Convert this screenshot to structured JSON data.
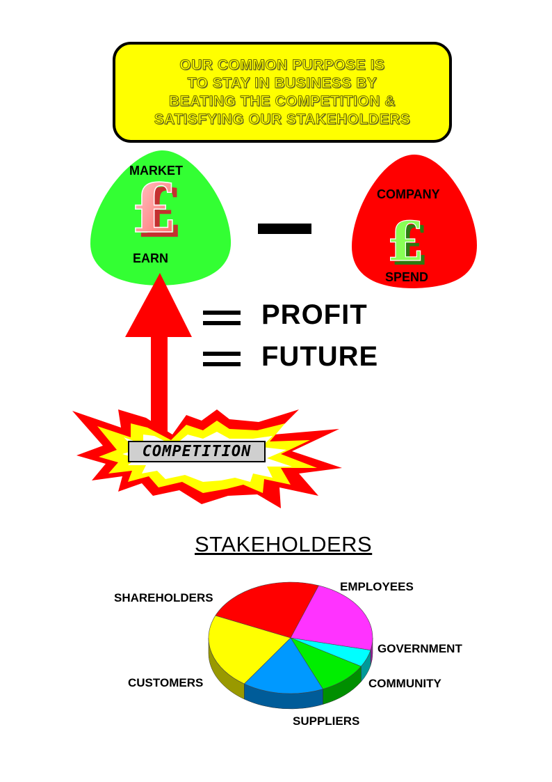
{
  "purpose": {
    "lines": [
      "OUR COMMON PURPOSE IS",
      "TO STAY IN BUSINESS BY",
      "BEATING THE COMPETITION &",
      "SATISFYING OUR STAKEHOLDERS"
    ]
  },
  "market": {
    "top_label": "MARKET",
    "bottom_label": "EARN",
    "symbol": "£",
    "color": "#33ff33"
  },
  "company": {
    "top_label": "COMPANY",
    "bottom_label": "SPEND",
    "symbol": "£",
    "color": "#ff0000"
  },
  "operator_minus": "minus",
  "results": [
    "PROFIT",
    "FUTURE"
  ],
  "competition": {
    "label": "COMPETITION"
  },
  "stakeholders": {
    "title": "STAKEHOLDERS",
    "chart_data": {
      "type": "pie",
      "title": "STAKEHOLDERS",
      "slices": [
        {
          "label": "EMPLOYEES",
          "value": 23,
          "color": "#ff33ff"
        },
        {
          "label": "GOVERNMENT",
          "value": 5,
          "color": "#00ffff"
        },
        {
          "label": "COMMUNITY",
          "value": 10,
          "color": "#00ee00"
        },
        {
          "label": "SUPPLIERS",
          "value": 16,
          "color": "#0099ff"
        },
        {
          "label": "CUSTOMERS",
          "value": 22,
          "color": "#ffff00"
        },
        {
          "label": "SHAREHOLDERS",
          "value": 24,
          "color": "#ff0000"
        }
      ]
    }
  }
}
